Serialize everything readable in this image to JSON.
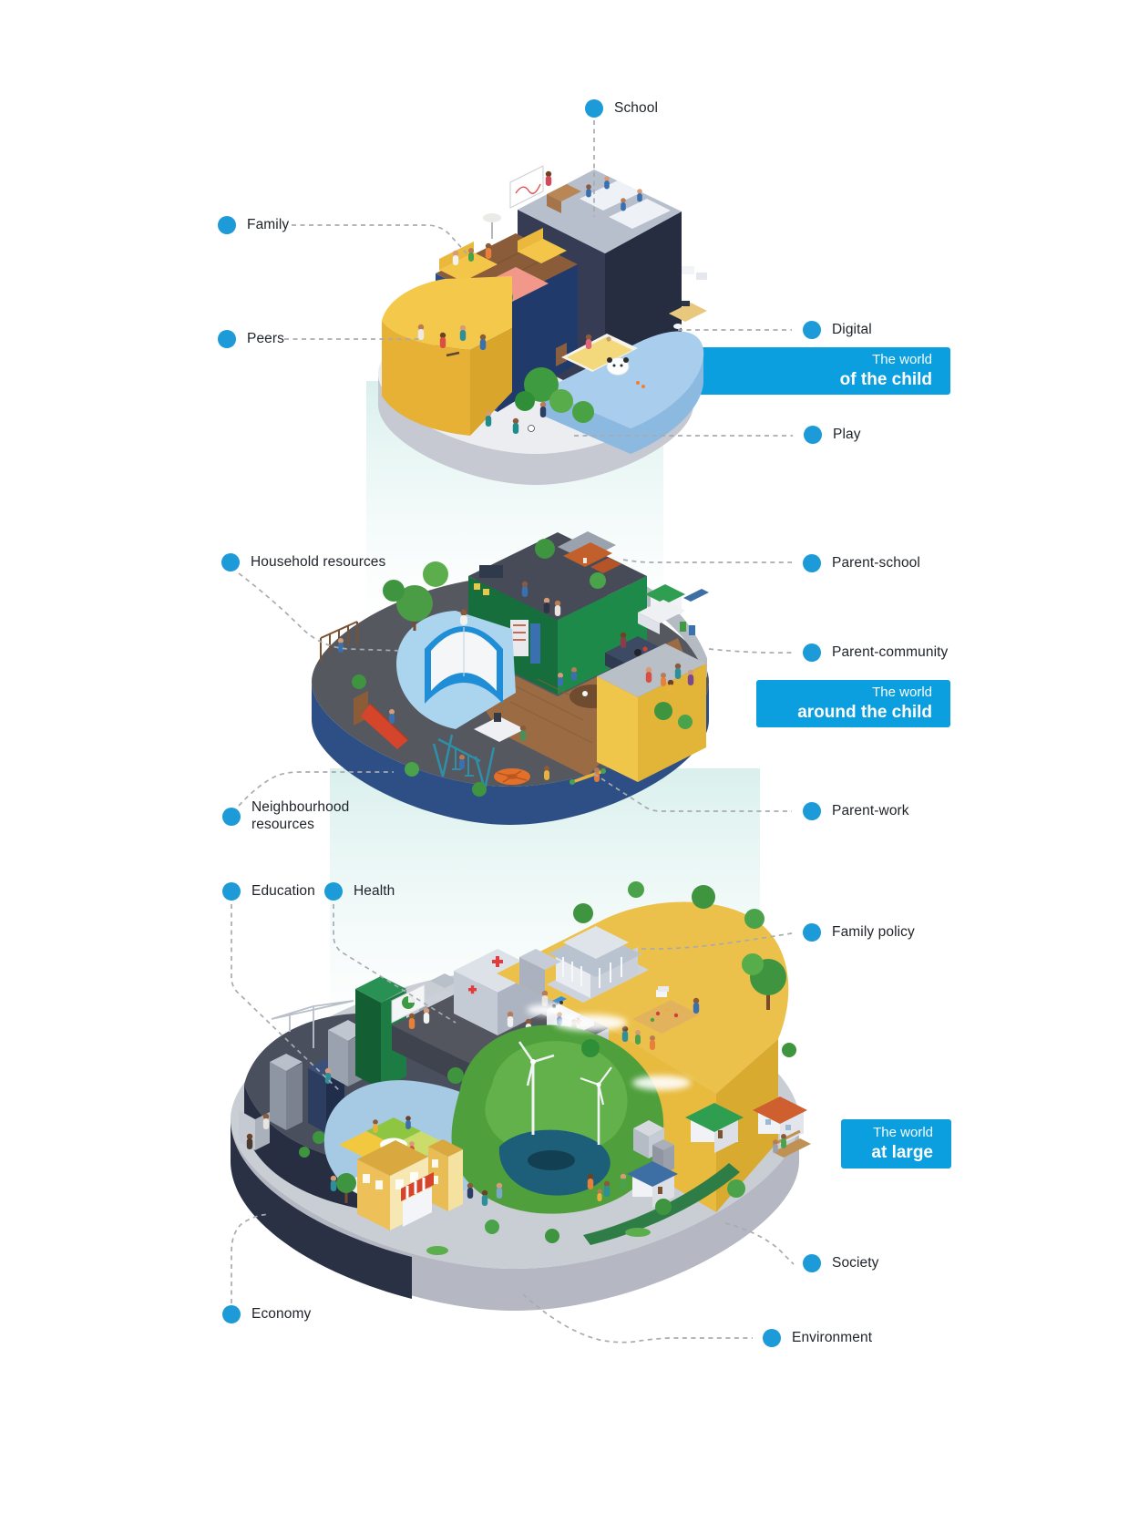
{
  "figure": {
    "accent_color": "#1d9ad8",
    "banner_color": "#0c9fe0",
    "beam_color": "#d8efec",
    "label_text_color": "#1f2329"
  },
  "layers": [
    {
      "id": "world-of-the-child",
      "banner": {
        "line1": "The world",
        "line2": "of the child"
      },
      "callouts": [
        {
          "id": "school",
          "label": "School"
        },
        {
          "id": "family",
          "label": "Family"
        },
        {
          "id": "peers",
          "label": "Peers"
        },
        {
          "id": "digital",
          "label": "Digital"
        },
        {
          "id": "play",
          "label": "Play"
        }
      ],
      "scene": [
        "classroom",
        "living-room-sofa",
        "teen-friends",
        "child-bed-laptop",
        "kids-playing-football",
        "panda-rug"
      ]
    },
    {
      "id": "world-around-the-child",
      "banner": {
        "line1": "The world",
        "line2": "around the child"
      },
      "callouts": [
        {
          "id": "household-resources",
          "label": "Household resources"
        },
        {
          "id": "parent-school",
          "label": "Parent-school"
        },
        {
          "id": "parent-community",
          "label": "Parent-community"
        },
        {
          "id": "neighbourhood-resources",
          "label": "Neighbourhood resources"
        },
        {
          "id": "parent-work",
          "label": "Parent-work"
        }
      ],
      "scene": [
        "open-book-library",
        "school-house",
        "kitchen-dining",
        "neighbours-talking",
        "playground-slide-swings"
      ]
    },
    {
      "id": "world-at-large",
      "banner": {
        "line1": "The world",
        "line2": "at large"
      },
      "callouts": [
        {
          "id": "education",
          "label": "Education"
        },
        {
          "id": "health",
          "label": "Health"
        },
        {
          "id": "family-policy",
          "label": "Family policy"
        },
        {
          "id": "society",
          "label": "Society"
        },
        {
          "id": "economy",
          "label": "Economy"
        },
        {
          "id": "environment",
          "label": "Environment"
        }
      ],
      "scene": [
        "city-skyline-crane",
        "kindergarten-classroom",
        "hospital-ambulance",
        "government-building",
        "wind-turbines-pond",
        "houses-neighbourhood",
        "shops"
      ]
    }
  ]
}
